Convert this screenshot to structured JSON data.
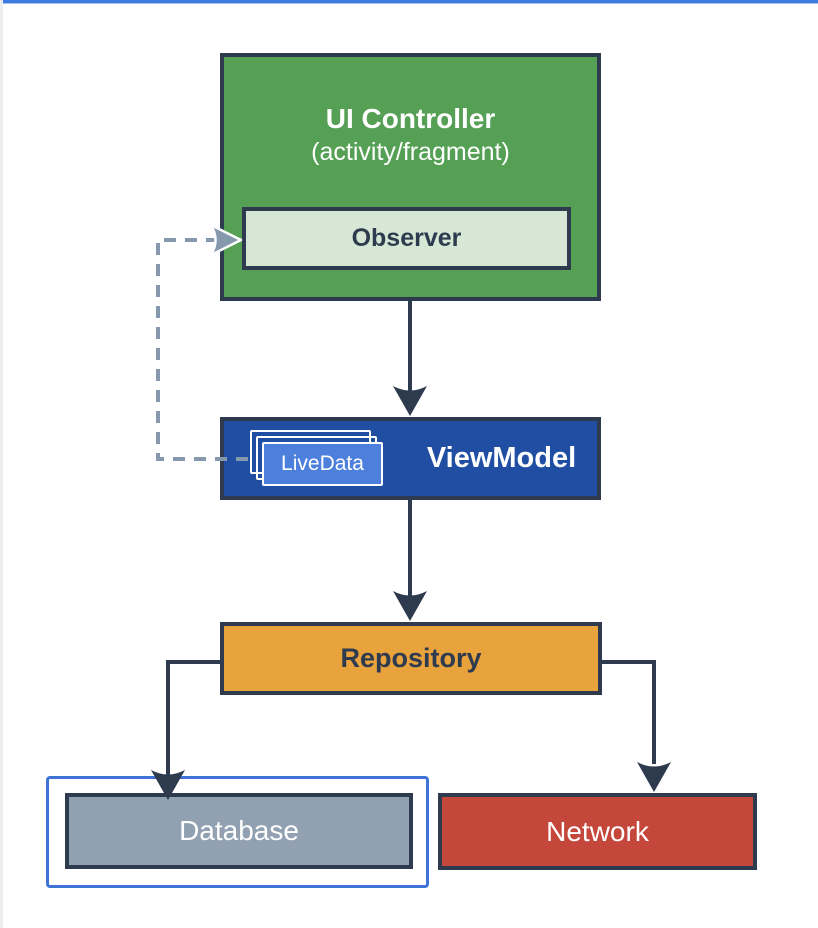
{
  "page": {
    "background": "#ffffff",
    "top_accent_color": "#3D7BE3",
    "left_edge_color": "#ECEEF1"
  },
  "diagram": {
    "title_context": "Android app architecture diagram",
    "colors": {
      "stroke_dark": "#2E3B4E",
      "dashed_connector": "#8598AE",
      "ui_controller_fill": "#55A055",
      "observer_fill": "#D6E8D5",
      "viewmodel_fill": "#1F4EA3",
      "livedata_fill": "#4D80DD",
      "repository_fill": "#E9A33D",
      "database_fill": "#91A1B2",
      "database_highlight": "#3E73D8",
      "network_fill": "#C5473B",
      "text_light": "#ffffff"
    },
    "nodes": {
      "ui_controller": {
        "title": "UI Controller",
        "subtitle": "(activity/fragment)"
      },
      "observer": {
        "label": "Observer"
      },
      "viewmodel": {
        "label": "ViewModel"
      },
      "livedata": {
        "label": "LiveData",
        "stacked_cards": 3
      },
      "repository": {
        "label": "Repository"
      },
      "database": {
        "label": "Database"
      },
      "network": {
        "label": "Network"
      }
    },
    "edges": [
      {
        "from": "ui_controller",
        "to": "viewmodel",
        "style": "solid-arrow"
      },
      {
        "from": "viewmodel",
        "to": "repository",
        "style": "solid-arrow"
      },
      {
        "from": "repository",
        "to": "database",
        "style": "solid-arrow"
      },
      {
        "from": "repository",
        "to": "network",
        "style": "solid-arrow"
      },
      {
        "from": "livedata",
        "to": "observer",
        "style": "dashed-arrow"
      }
    ]
  }
}
